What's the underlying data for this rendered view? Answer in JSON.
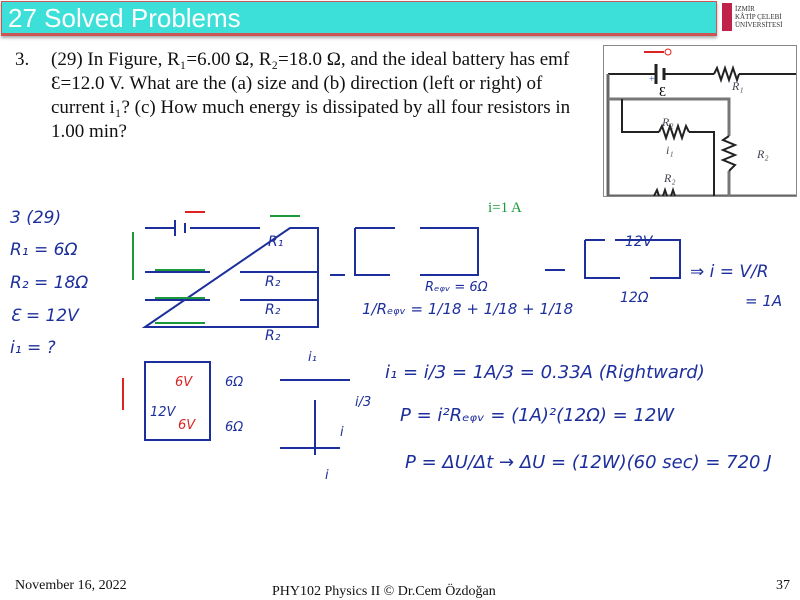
{
  "header": {
    "title": "27 Solved Problems",
    "logo_text": [
      "İZMİR",
      "KÂTİP ÇELEBİ",
      "ÜNİVERSİTESİ"
    ]
  },
  "question": {
    "number": "3.",
    "text": "(29) In Figure, R₁=6.00 Ω, R₂=18.0 Ω, and the ideal battery has emf Ɛ=12.0 V. What are the (a) size and (b) direction (left or right) of current i₁? (c) How much energy is dissipated by all four resistors in 1.00 min?"
  },
  "figure": {
    "labels": {
      "emf": "Ɛ",
      "r1": "R₁",
      "r2a": "R₂",
      "r2b": "R₂",
      "r2c": "R₂",
      "i1": "i₁",
      "plus": "+",
      "minus": "–"
    }
  },
  "notes": {
    "problem": "3 (29)",
    "given": [
      "R₁ = 6Ω",
      "R₂ = 18Ω",
      "Ɛ = 12V",
      "i₁ = ?"
    ],
    "circuit_labels": [
      "R₁",
      "R₂",
      "R₂",
      "R₂"
    ],
    "green_label": "i=1 A",
    "req": "Rₑᵩᵥ = 6Ω",
    "req_eq": "1/Rₑᵩᵥ = 1/18 + 1/18 + 1/18",
    "simple_v": "12V",
    "simple_r": "12Ω",
    "ohm": "⇒ i = V/R",
    "ohm_res": "= 1A",
    "split": [
      "6V",
      "6Ω",
      "12V",
      "6V",
      "6Ω"
    ],
    "branch": [
      "i₁",
      "i/3",
      "i",
      "i"
    ],
    "line1": "i₁ = i/3 = 1A/3 = 0.33A  (Rightward)",
    "line2": "P = i²Rₑᵩᵥ = (1A)²(12Ω) = 12W",
    "line3": "P = ΔU/Δt → ΔU = (12W)(60 sec) = 720 J"
  },
  "footer": {
    "date": "November 16, 2022",
    "course": "PHY102 Physics II © Dr.Cem Özdoğan",
    "page": "37"
  }
}
